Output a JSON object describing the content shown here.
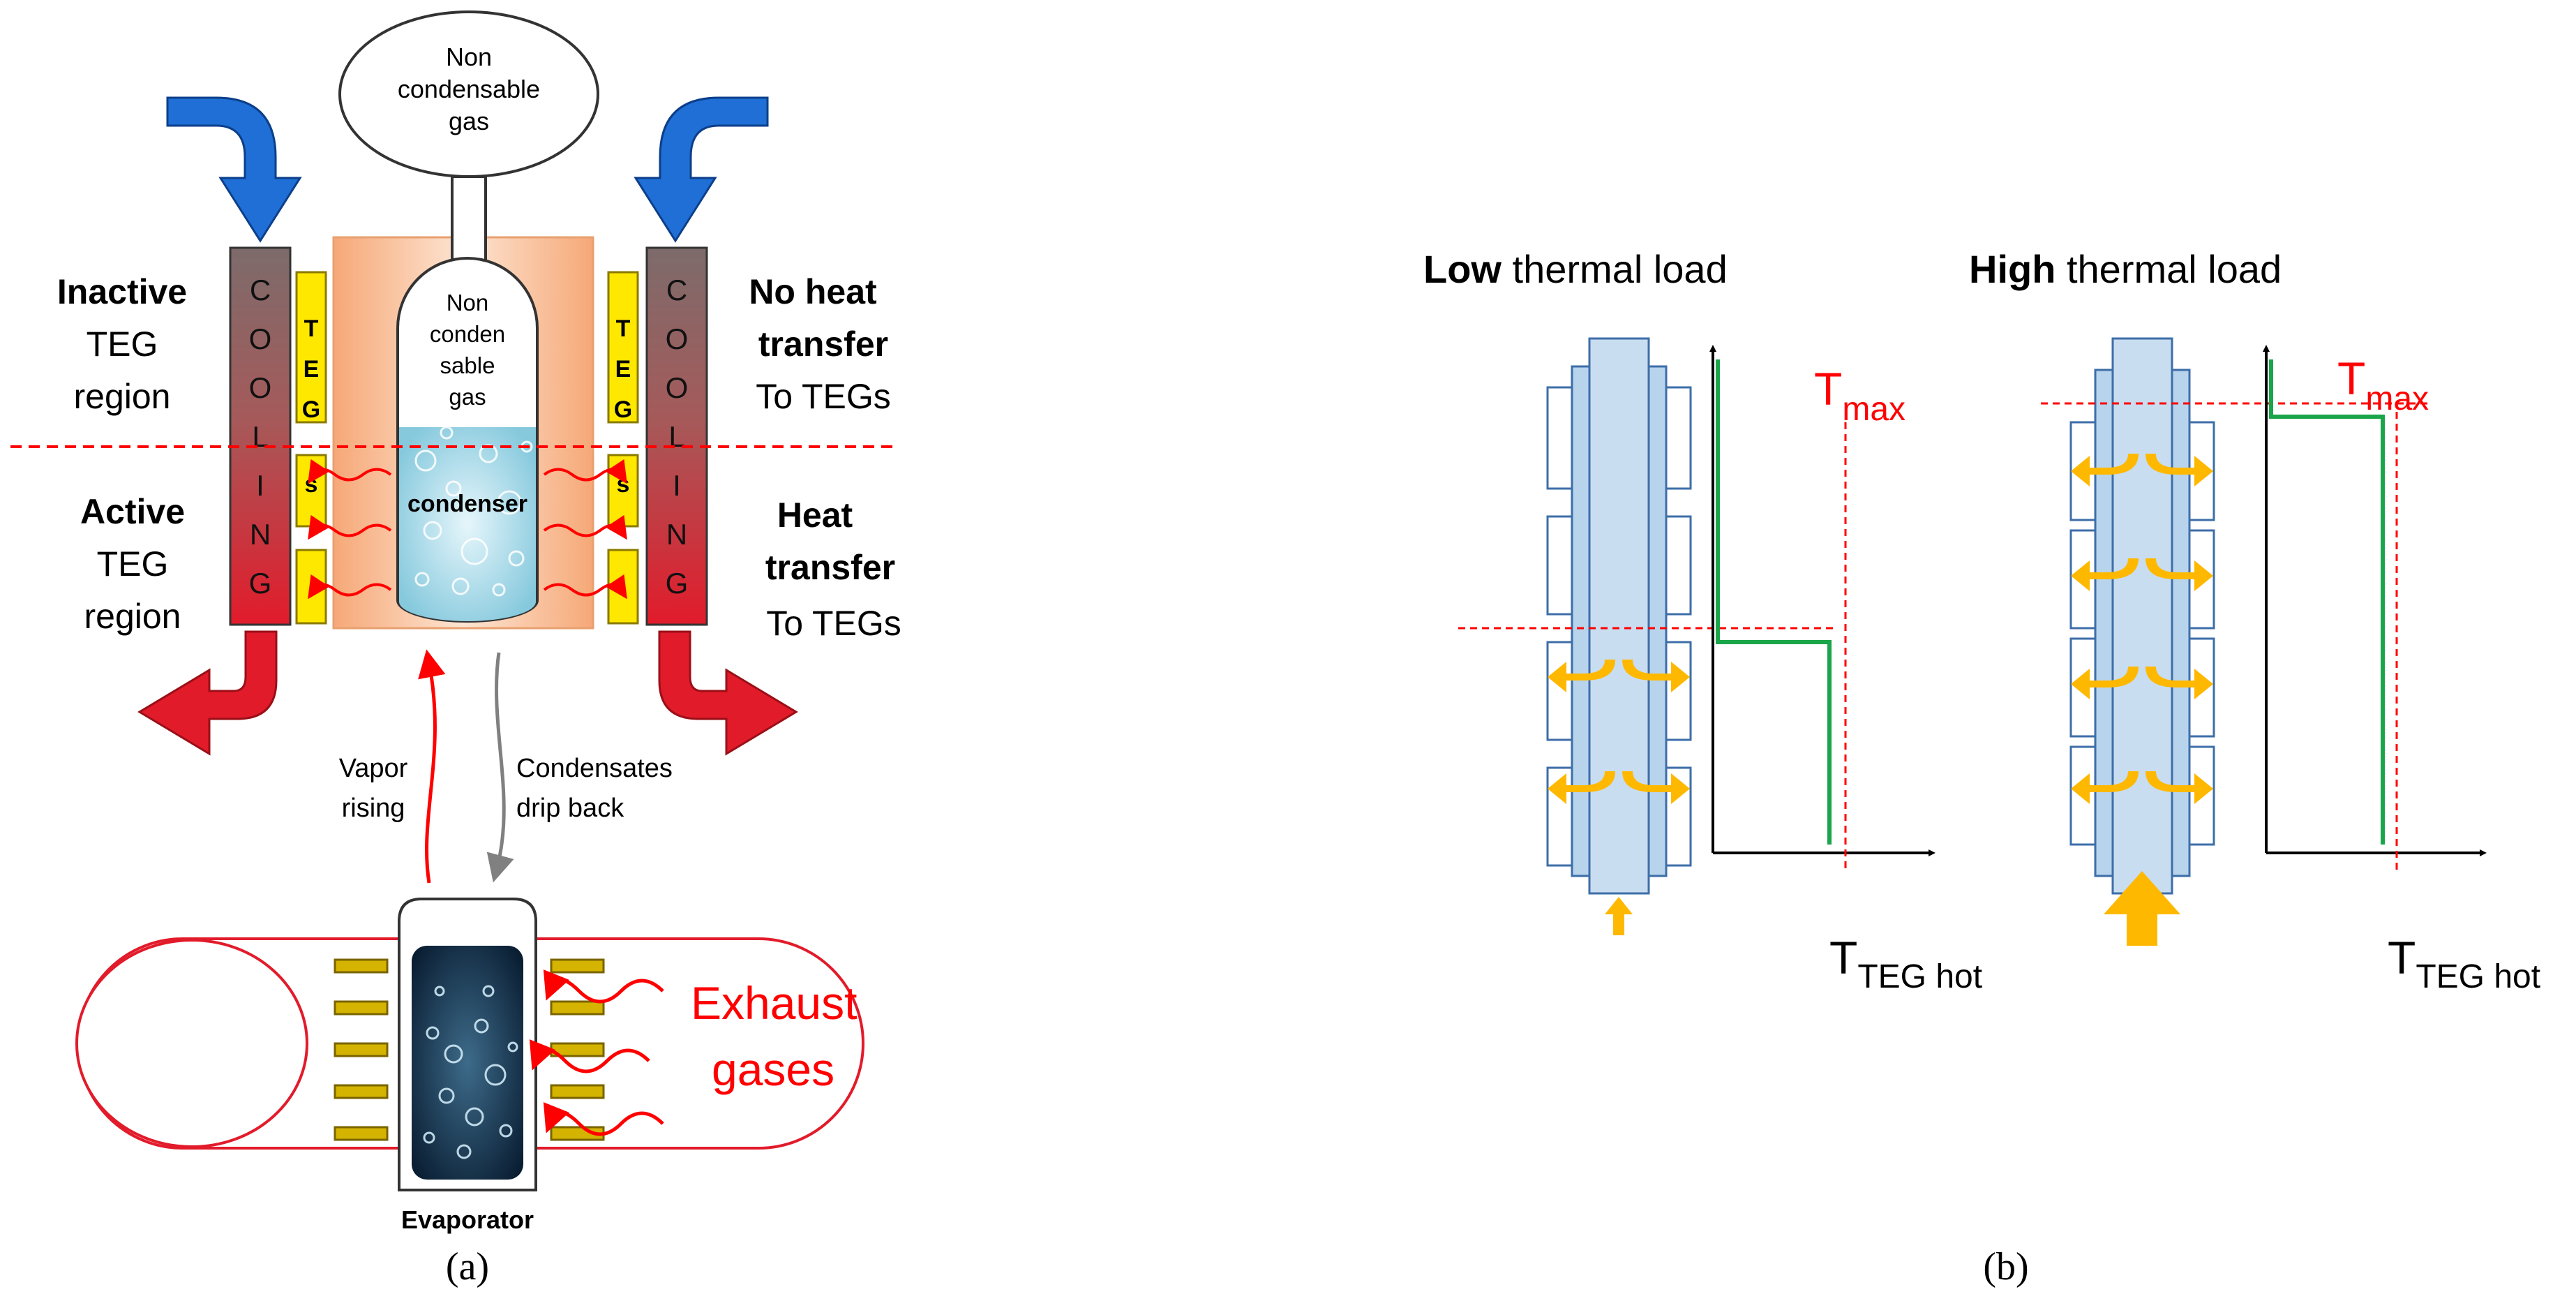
{
  "panel_a": {
    "caption": "(a)",
    "noncondensable_top": [
      "Non",
      "condensable",
      "gas"
    ],
    "noncondensable_inner": [
      "Non",
      "conden",
      "sable",
      "gas"
    ],
    "cooling_letters": [
      "C",
      "O",
      "O",
      "L",
      "I",
      "N",
      "G"
    ],
    "tegs_letters_upper": [
      "T",
      "E",
      "G"
    ],
    "tegs_letters_lower": [
      "s"
    ],
    "condenser": "condenser",
    "left_top_label": {
      "bold": "Inactive",
      "lines": [
        "TEG",
        "region"
      ]
    },
    "left_bottom_label": {
      "bold": "Active",
      "lines": [
        "TEG",
        "region"
      ]
    },
    "right_top_label": {
      "bold_lines": [
        "No heat",
        "transfer"
      ],
      "lines": [
        "To TEGs"
      ]
    },
    "right_bottom_label": {
      "bold_lines": [
        "Heat",
        "transfer"
      ],
      "lines": [
        "To TEGs"
      ]
    },
    "vapor": [
      "Vapor",
      "rising"
    ],
    "condensates": [
      "Condensates",
      "drip back"
    ],
    "exhaust": [
      "Exhaust",
      "gases"
    ],
    "evaporator": "Evaporator"
  },
  "panel_b": {
    "caption": "(b)",
    "low_title": {
      "bold": "Low",
      "rest": " thermal load"
    },
    "high_title": {
      "bold": "High",
      "rest": " thermal load"
    },
    "tmax": {
      "main": "T",
      "sub": "max"
    },
    "tteg": {
      "main": "T",
      "sub": "TEG hot"
    }
  },
  "colors": {
    "red": "#ff0000",
    "green": "#1aa54a",
    "blue": "#1f6fd6",
    "yellow": "#ffd700",
    "orange_arrow": "#ffb800",
    "pipe_fill": "#b8d4ec",
    "pipe_stroke": "#3d6ea8",
    "orange_bg": "#f8c9a6"
  }
}
